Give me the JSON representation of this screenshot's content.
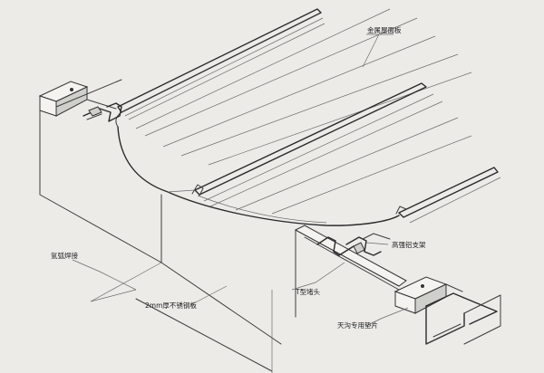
{
  "labels": {
    "metal_roof_panel": "金属屋面板",
    "argon_arc_welding": "氩弧焊接",
    "stainless_plate": "2mm厚不锈钢板",
    "t_plug": "T型堵头",
    "aluminum_bracket": "高强铝支架",
    "gutter_pad": "天沟专用垫片"
  }
}
